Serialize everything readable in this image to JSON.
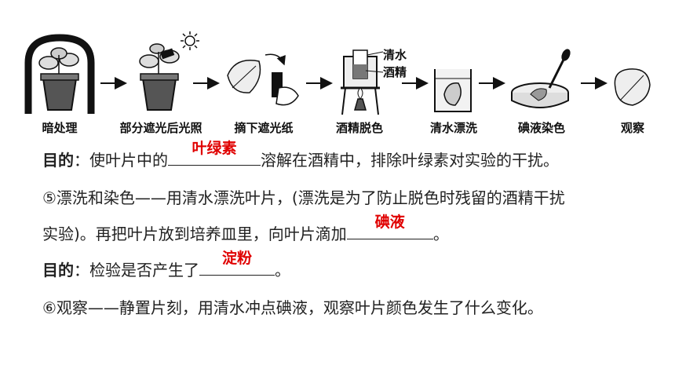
{
  "steps": [
    {
      "label": "暗处理"
    },
    {
      "label": "部分遮光后光照"
    },
    {
      "label": "摘下遮光纸"
    },
    {
      "label": "酒精脱色"
    },
    {
      "label": "清水漂洗"
    },
    {
      "label": "碘液染色"
    },
    {
      "label": "观察"
    }
  ],
  "figure_labels": {
    "water": "清水",
    "alcohol": "酒精"
  },
  "line1": {
    "prefix": "目的",
    "text_a": "：使叶片中的",
    "answer": "叶绿素",
    "text_b": "溶解在酒精中，排除叶绿素对实验的干扰。"
  },
  "line2": {
    "text": "⑤漂洗和染色——用清水漂洗叶片，(漂洗是为了防止脱色时残留的酒精干扰"
  },
  "line3": {
    "text_a": "实验)。再把叶片放到培养皿里，向叶片滴加",
    "answer": "碘液",
    "text_b": "。"
  },
  "line4": {
    "prefix": "目的",
    "text_a": "：检验是否产生了",
    "answer": "淀粉",
    "text_b": "。"
  },
  "line5": {
    "text": "⑥观察——静置片刻，用清水冲点碘液，观察叶片颜色发生了什么变化。"
  }
}
